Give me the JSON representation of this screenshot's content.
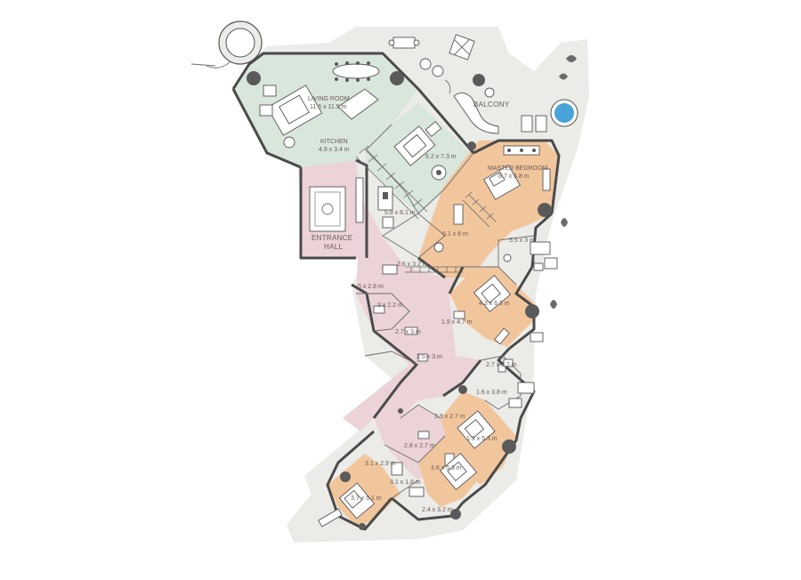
{
  "rooms": {
    "living_room": {
      "name": "LIVING ROOM",
      "size": "11.6 x 11.5 m"
    },
    "kitchen": {
      "name": "KITCHEN",
      "size": "4.9 x 3.4 m"
    },
    "family_room": {
      "size": "6.2 x 7.3 m"
    },
    "dining_kitchen": {
      "size": "5.8 x 8.1 m"
    },
    "balcony": {
      "name": "BALCONY"
    },
    "master_bedroom": {
      "name": "MASTER BEDROOM",
      "size": "8.7 x 5.8 m"
    },
    "entrance_hall": {
      "name_line1": "ENTRANCE",
      "name_line2": "HALL"
    },
    "room_6_1x6": {
      "size": "6.1 x 6 m"
    },
    "room_5_5x3": {
      "size": "5.5 x 3 m"
    },
    "room_2_6x3_2": {
      "size": "2.6 x 3.2 m"
    },
    "room_4_3x6_3": {
      "size": "4.3 x 6.3 m"
    },
    "room_2_5x2_8": {
      "size": "5 x 2.8 m"
    },
    "room_2_2_2": {
      "size": "3 x 2.2 m"
    },
    "room_1_9x4_7": {
      "size": "1.9 x 4.7 m"
    },
    "room_2_7x3": {
      "size": "2.7 x 3 m"
    },
    "room_2_5x3": {
      "size": "2.5 x 3 m"
    },
    "room_2_7x5_2": {
      "size": "2.7 x 5.2 m"
    },
    "room_1_6x3_8": {
      "size": "1.6 x 3.8 m"
    },
    "room_3_9x2_7": {
      "size": "3.9 x 2.7 m"
    },
    "room_2_8x2_7": {
      "size": "2.8 x 2.7 m"
    },
    "room_1_9x5_3": {
      "size": "1.9 x 5.3 m"
    },
    "room_3_1x2_9": {
      "size": "3.1 x 2.9 m"
    },
    "room_3_8x5_3": {
      "size": "3.8 x 5.3 m"
    },
    "room_3_1x1_8": {
      "size": "3.1 x 1.8 m"
    },
    "room_3_7x5_1": {
      "size": "3.7 x 5.1 m"
    },
    "room_2_4x3_2": {
      "size": "2.4 x 3.2 m"
    }
  },
  "colors": {
    "outdoor": "#ebebe8",
    "living_zone": "#d9e6dc",
    "circulation_zone": "#ecd3d8",
    "bedroom_zone": "#f2c69d",
    "pool": "#4aa3d8",
    "walls": "#4a4a4a"
  }
}
